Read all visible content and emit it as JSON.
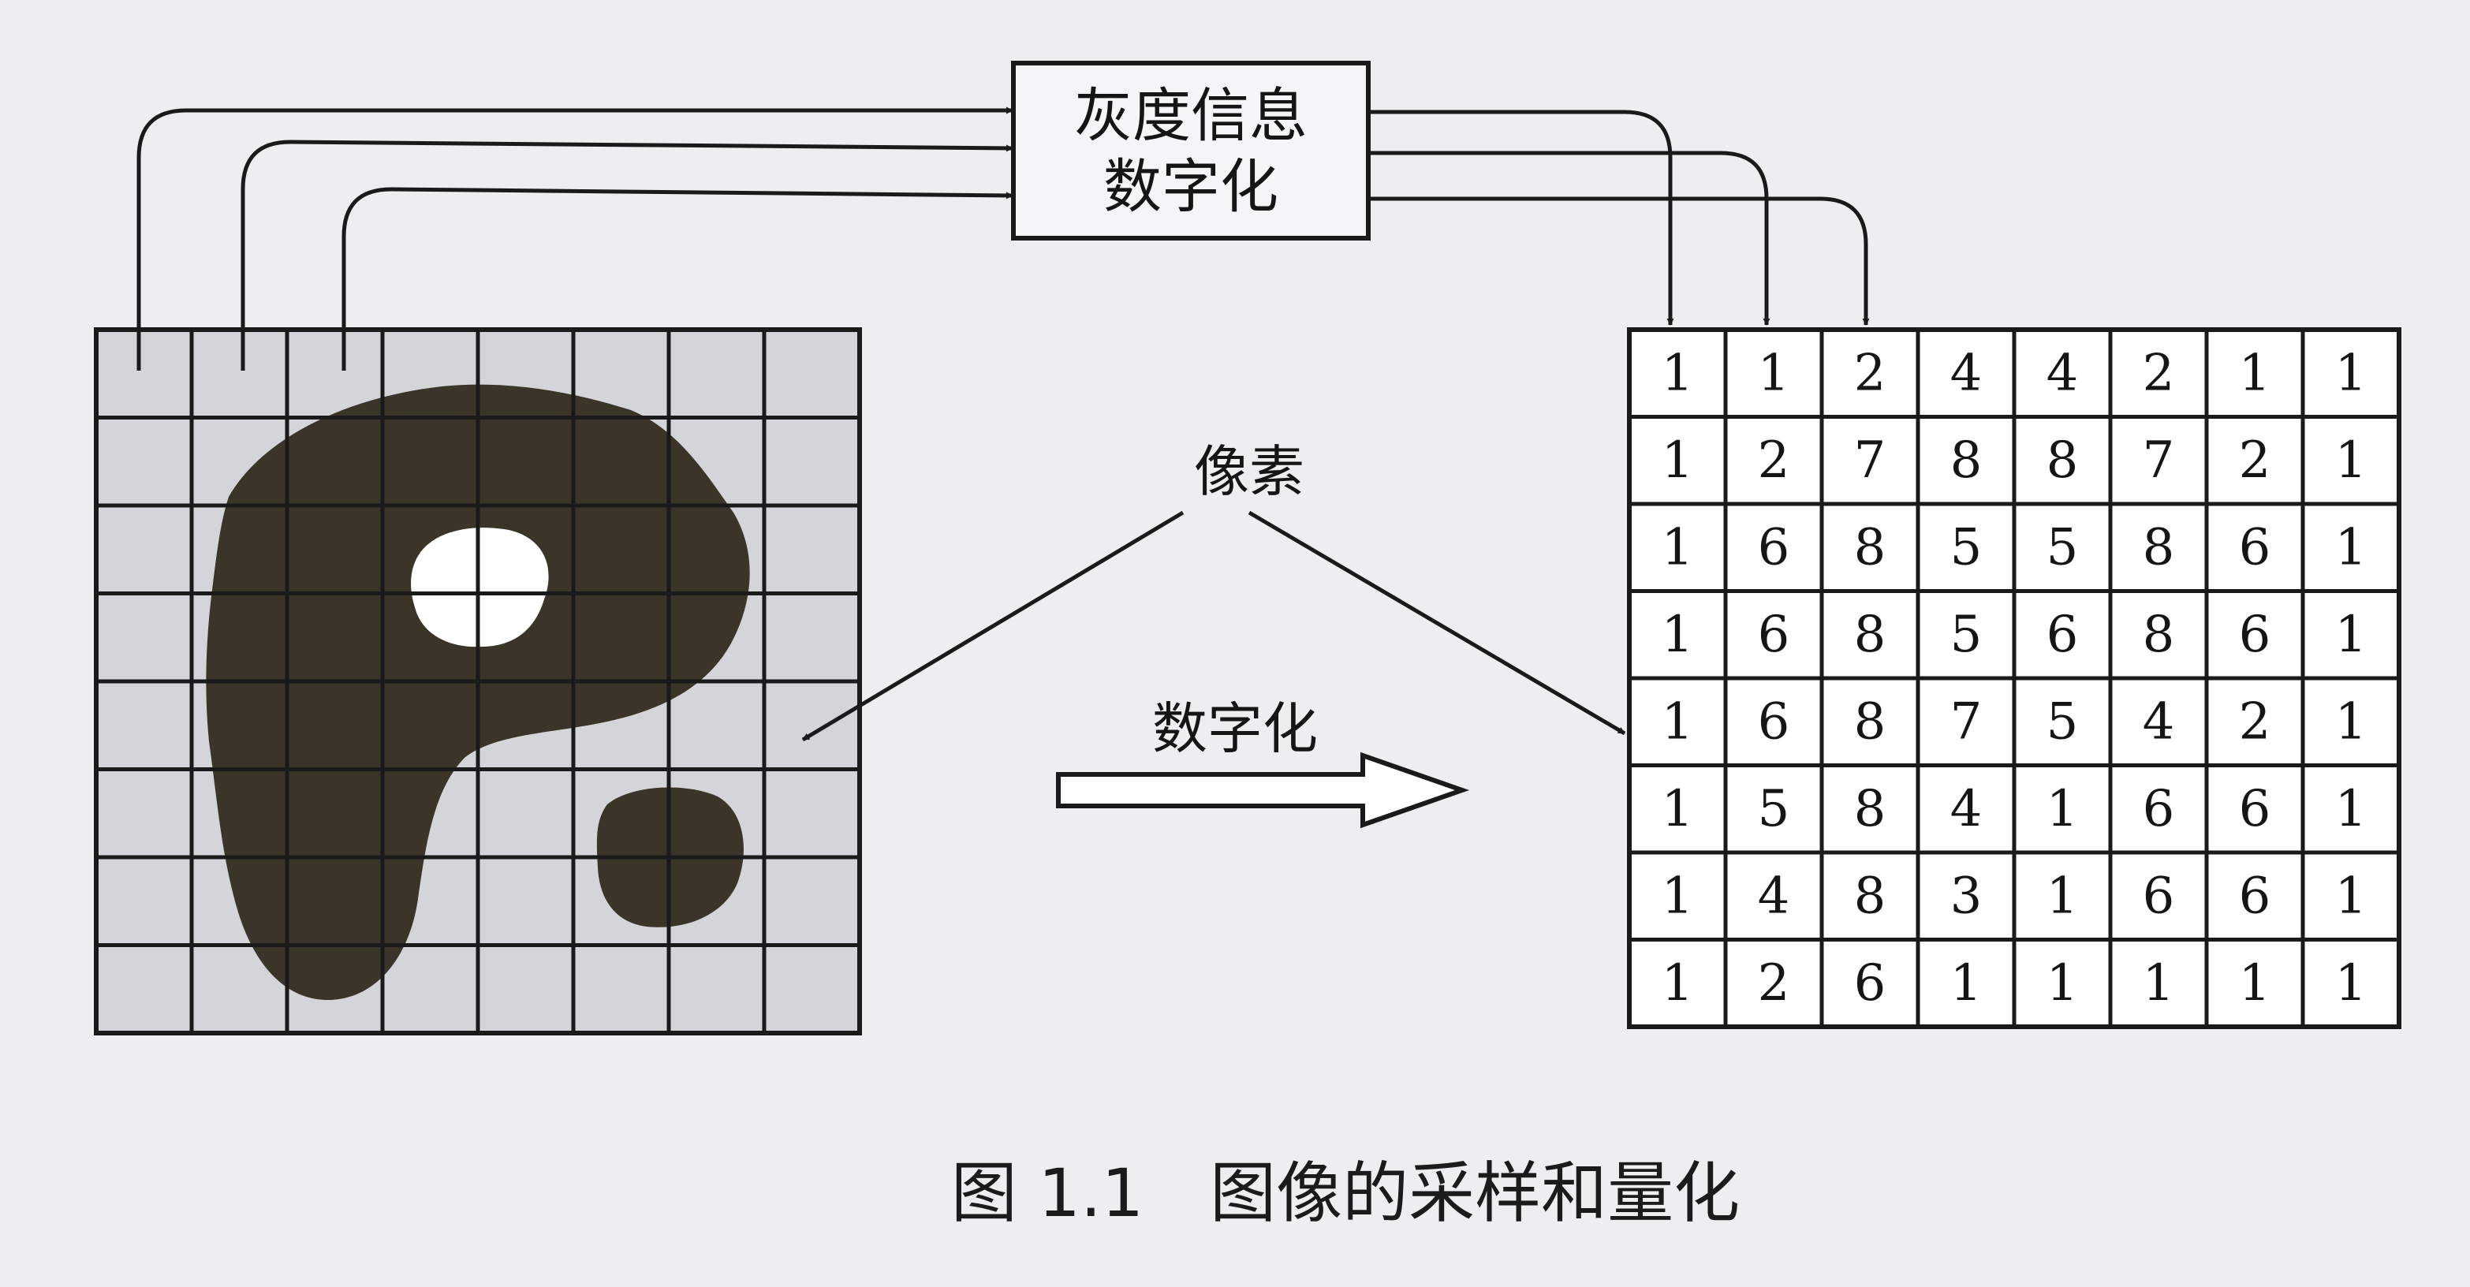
{
  "figure": {
    "box_line1": "灰度信息",
    "box_line2": "数字化",
    "pixel_label": "像素",
    "digitize_label": "数字化",
    "caption": "图 1.1　图像的采样和量化"
  },
  "colors": {
    "ink": "#1a1a1a",
    "image_background": "#d3d5d8",
    "blob": "#3a3429",
    "hole": "#ffffff",
    "paper": "#eceef0"
  },
  "source_image": {
    "rows": 8,
    "cols": 8
  },
  "matrix": {
    "rows": [
      [
        "1",
        "1",
        "2",
        "4",
        "4",
        "2",
        "1",
        "1"
      ],
      [
        "1",
        "2",
        "7",
        "8",
        "8",
        "7",
        "2",
        "1"
      ],
      [
        "1",
        "6",
        "8",
        "5",
        "5",
        "8",
        "6",
        "1"
      ],
      [
        "1",
        "6",
        "8",
        "5",
        "6",
        "8",
        "6",
        "1"
      ],
      [
        "1",
        "6",
        "8",
        "7",
        "5",
        "4",
        "2",
        "1"
      ],
      [
        "1",
        "5",
        "8",
        "4",
        "1",
        "6",
        "6",
        "1"
      ],
      [
        "1",
        "4",
        "8",
        "3",
        "1",
        "6",
        "6",
        "1"
      ],
      [
        "1",
        "2",
        "6",
        "1",
        "1",
        "1",
        "1",
        "1"
      ]
    ]
  }
}
